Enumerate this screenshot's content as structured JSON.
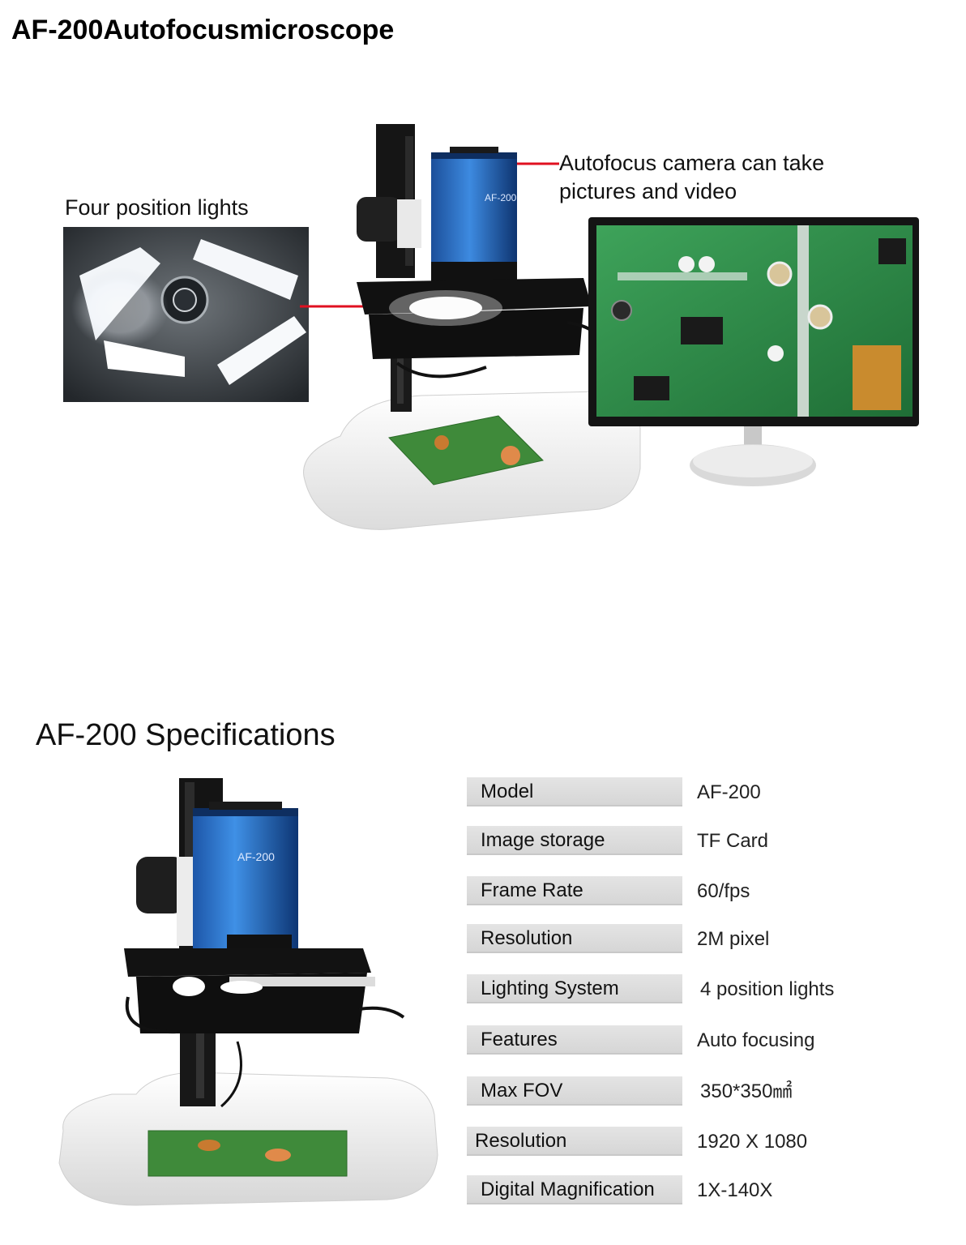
{
  "page": {
    "title": "AF-200Autofocusmicroscope"
  },
  "hero": {
    "callout_lights": "Four position lights",
    "callout_camera_line1": "Autofocus camera can take",
    "callout_camera_line2": "pictures and video",
    "camera_brand_label": "AF-200",
    "callout_dot_color": "#e01020"
  },
  "specs": {
    "title": "AF-200 Specifications",
    "camera_brand_label": "AF-200",
    "rows": [
      {
        "label": "Model",
        "value": "AF-200"
      },
      {
        "label": "Image storage",
        "value": "TF Card"
      },
      {
        "label": "Frame Rate",
        "value": "60/fps"
      },
      {
        "label": "Resolution",
        "value": "2M pixel"
      },
      {
        "label": "Lighting System",
        "value": "4 position lights"
      },
      {
        "label": "Features",
        "value": "Auto focusing"
      },
      {
        "label": "Max FOV",
        "value": "350*350㎟"
      },
      {
        "label": "Resolution",
        "value": "1920 X 1080"
      },
      {
        "label": "Digital Magnification",
        "value": "1X-140X"
      }
    ]
  }
}
